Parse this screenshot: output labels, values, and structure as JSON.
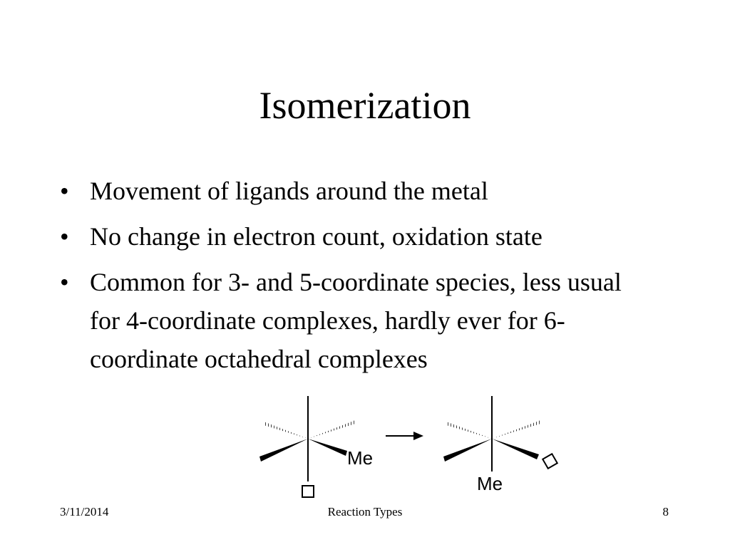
{
  "slide": {
    "title": "Isomerization",
    "bullet_glyph": "•",
    "bullets": [
      "Movement of ligands around the metal",
      "No change in electron count, oxidation state",
      "Common for 3- and 5-coordinate species, less usual for 4-coordinate complexes, hardly ever for 6-coordinate octahedral complexes"
    ]
  },
  "diagram": {
    "left_label": "Me",
    "right_label": "Me",
    "arrow_icon": "right-arrow-icon",
    "vacant_site_icon": "open-square-icon"
  },
  "footer": {
    "date": "3/11/2014",
    "center": "Reaction Types",
    "page": "8"
  }
}
